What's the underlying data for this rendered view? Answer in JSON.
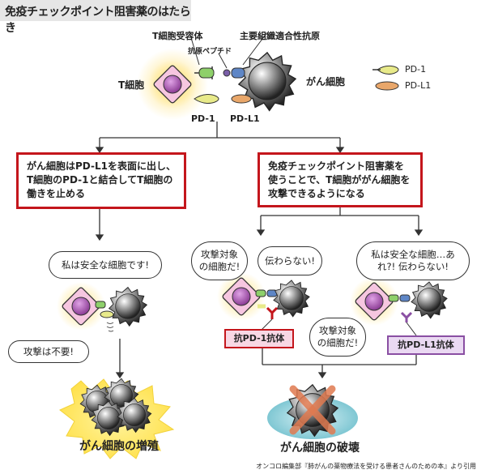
{
  "title": "免疫チェックポイント阻害薬のはたらき",
  "top": {
    "t_receptor": "T細胞受容体",
    "mhc": "主要組織適合性抗原",
    "antigen_peptide": "抗原ペプチド",
    "t_cell": "T細胞",
    "cancer_cell": "がん細胞",
    "pd1": "PD-1",
    "pdl1": "PD-L1"
  },
  "legend": {
    "pd1": "PD-1",
    "pdl1": "PD-L1"
  },
  "left_box": "がん細胞はPD-L1を表面に出し、T細胞のPD-1と結合してT細胞の働きを止める",
  "right_box": "免疫チェックポイント阻害薬を使うことで、T細胞ががん細胞を攻撃できるようになる",
  "bubbles": {
    "safe": "私は安全な細胞です!",
    "no_attack": "攻撃は不要!",
    "target_a": "攻撃対象の細胞だ!",
    "not_transmitted": "伝わらない!",
    "confused": "私は安全な細胞…あれ?!  伝わらない!",
    "target_b": "攻撃対象の細胞だ!"
  },
  "drugs": {
    "anti_pd1": "抗PD-1抗体",
    "anti_pdl1": "抗PD-L1抗体"
  },
  "outcomes": {
    "growth": "がん細胞の増殖",
    "destruction": "がん細胞の破壊"
  },
  "credit": "オンコロ編集部『肺がんの薬物療法を受ける患者さんのための本』より引用",
  "colors": {
    "box_border": "#c4161c",
    "t_cell_purple": "#a04ea6",
    "glow": "#ffe27a",
    "pd1_yellow": "#e8ea8a",
    "pdl1_orange": "#e9a76a",
    "anti_pdl1_purple": "#8a4fa3",
    "anti_pd1_red": "#c4161c"
  }
}
